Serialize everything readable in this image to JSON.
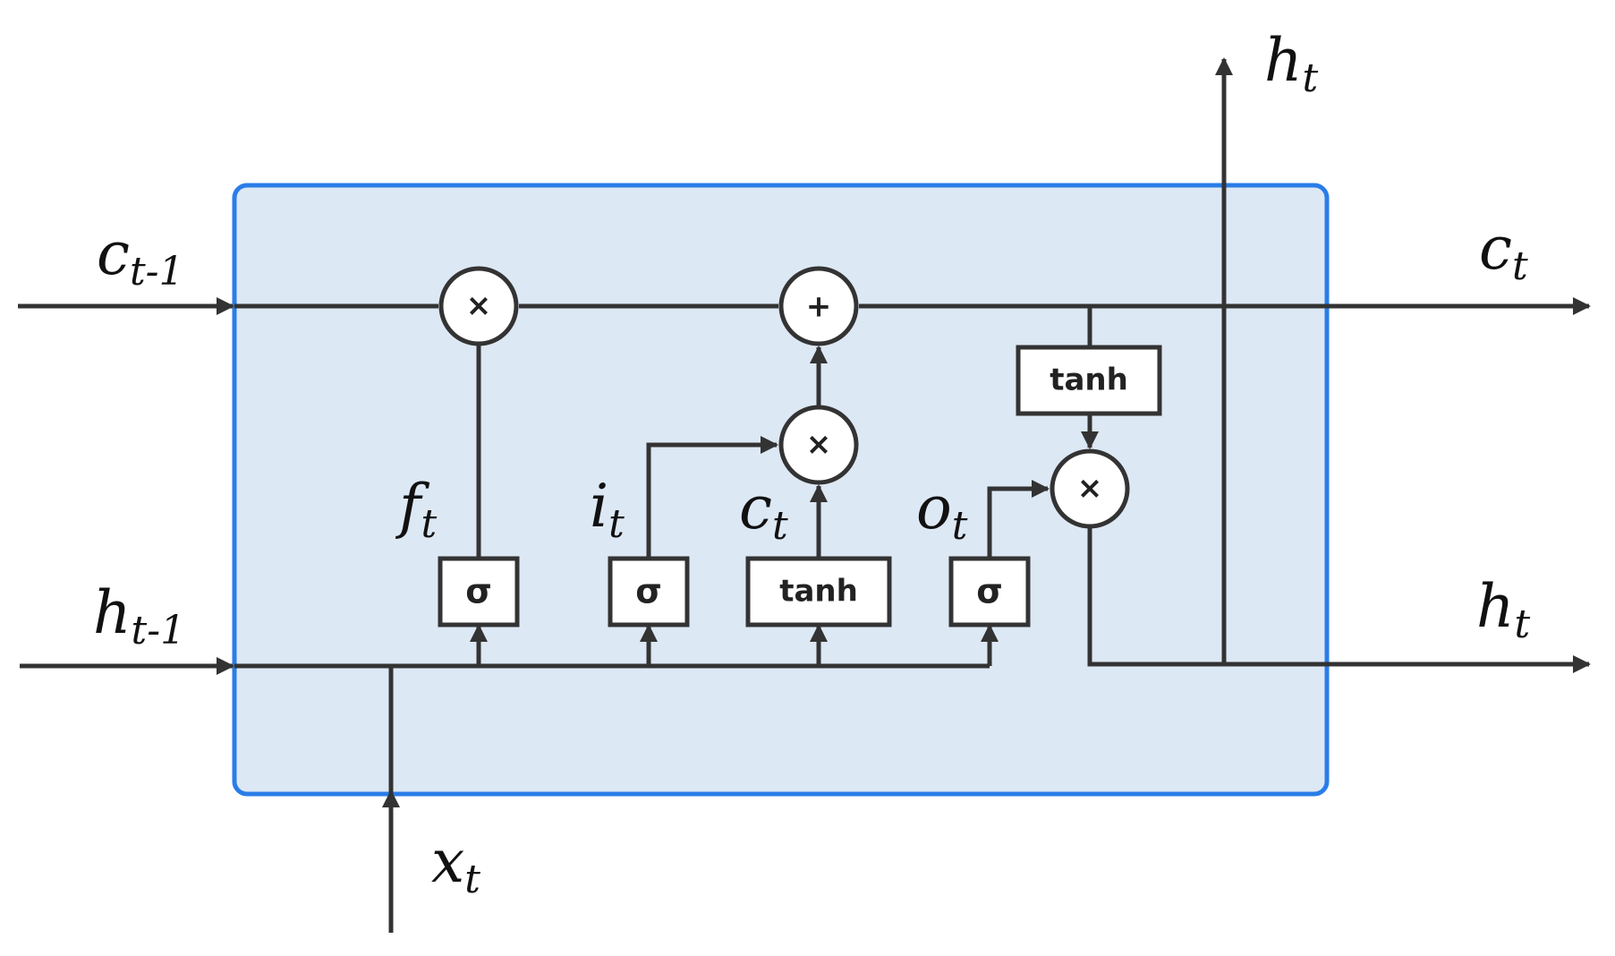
{
  "colors": {
    "cell_fill": "#dde8f5",
    "cell_border": "#2a7de8",
    "line": "#333333"
  },
  "labels": {
    "c_prev": {
      "base": "c",
      "sub": "t-1"
    },
    "h_prev": {
      "base": "h",
      "sub": "t-1"
    },
    "x_t": {
      "base": "x",
      "sub": "t"
    },
    "c_out": {
      "base": "c",
      "sub": "t"
    },
    "h_out_right": {
      "base": "h",
      "sub": "t"
    },
    "h_out_top": {
      "base": "h",
      "sub": "t"
    },
    "f_t": {
      "base": "f",
      "sub": "t"
    },
    "i_t": {
      "base": "i",
      "sub": "t"
    },
    "c_cand": {
      "base": "c",
      "sub": "t"
    },
    "o_t": {
      "base": "o",
      "sub": "t"
    }
  },
  "ops": {
    "forget_mult": "×",
    "cell_add": "+",
    "input_mult": "×",
    "output_mult": "×"
  },
  "gates": {
    "forget": "σ",
    "input": "σ",
    "candidate": "tanh",
    "output": "σ",
    "cell_tanh": "tanh"
  }
}
